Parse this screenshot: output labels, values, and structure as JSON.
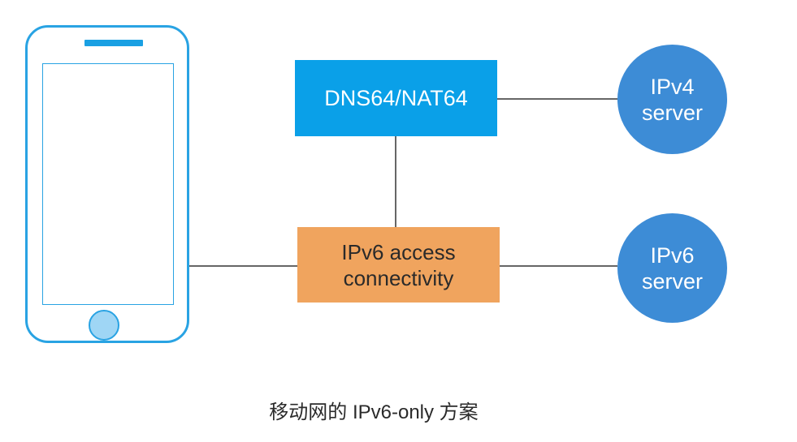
{
  "diagram": {
    "nodes": {
      "dns64_nat64": {
        "label": "DNS64/NAT64"
      },
      "ipv6_access": {
        "label": "IPv6  access\nconnectivity"
      },
      "ipv4_server": {
        "label": "IPv4\nserver"
      },
      "ipv6_server": {
        "label": "IPv6\nserver"
      },
      "mobile_device": {
        "icon": "smartphone-icon"
      }
    },
    "edges": [
      {
        "from": "mobile_device",
        "to": "ipv6_access"
      },
      {
        "from": "ipv6_access",
        "to": "ipv6_server"
      },
      {
        "from": "ipv6_access",
        "to": "dns64_nat64"
      },
      {
        "from": "dns64_nat64",
        "to": "ipv4_server"
      }
    ],
    "caption": "移动网的 IPv6-only 方案"
  },
  "colors": {
    "phone_outline": "#29a3e3",
    "phone_home_fill": "#9fd6f5",
    "dns_box": "#0aa0e8",
    "access_box": "#f0a45e",
    "server_circle": "#3d8cd6",
    "connector": "#333333"
  }
}
